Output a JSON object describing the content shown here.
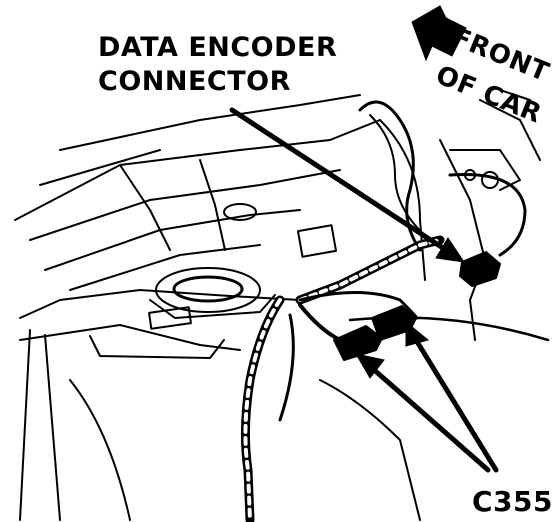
{
  "labels": {
    "data_encoder_line1": "DATA ENCODER",
    "data_encoder_line2": "CONNECTOR",
    "front_line1": "FRONT",
    "front_line2": "OF CAR",
    "c355": "C355"
  },
  "colors": {
    "ink": "#000000",
    "paper": "#ffffff"
  }
}
